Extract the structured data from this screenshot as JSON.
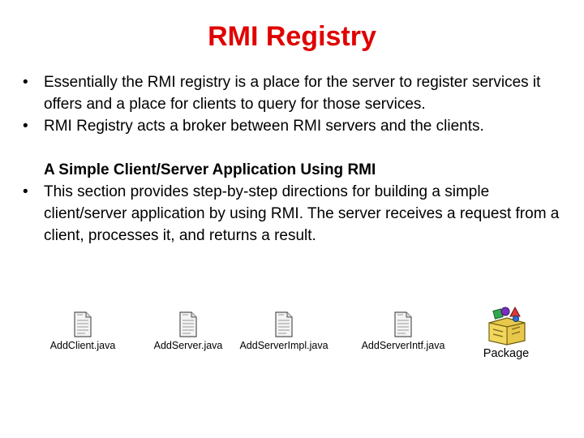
{
  "slide": {
    "title": "RMI Registry",
    "bullets": [
      "Essentially the RMI registry is a place for the server to register services it offers and a place for clients to query for those services.",
      "RMI Registry acts a broker between RMI servers and the clients."
    ],
    "subheading": "A Simple Client/Server Application Using RMI",
    "bullets2": [
      "This section provides step-by-step directions for building a simple client/server application by using RMI. The server receives a request from a client, processes it, and returns a result."
    ],
    "bullet_glyph": "•",
    "title_color": "#e00000"
  },
  "files": [
    {
      "label": "AddClient.java",
      "icon": "document-icon"
    },
    {
      "label": "AddServer.java",
      "icon": "document-icon"
    },
    {
      "label": "AddServerImpl.java",
      "icon": "document-icon"
    },
    {
      "label": "AddServerIntf.java",
      "icon": "document-icon"
    },
    {
      "label": "Package",
      "icon": "package-icon"
    }
  ]
}
